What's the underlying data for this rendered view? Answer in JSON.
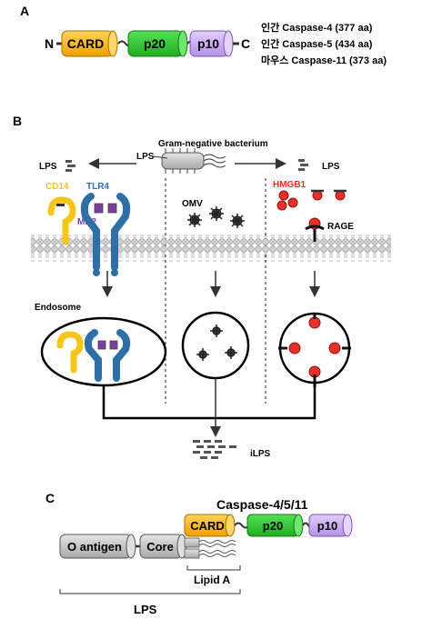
{
  "panel_a": {
    "letter": "A",
    "n_term": "N",
    "c_term": "C",
    "domains": [
      "CARD",
      "p20",
      "p10"
    ],
    "proteins": [
      "인간 Caspase-4 (377 aa)",
      "인간 Caspase-5 (434 aa)",
      "마우스 Caspase-11 (373 aa)"
    ],
    "colors": {
      "card": "#f5b21b",
      "p20": "#33c233",
      "p10": "#c9a6f0"
    }
  },
  "panel_b": {
    "letter": "B",
    "bacterium": "Gram-negative bacterium",
    "lps_left": "LPS",
    "lps_bact": "LPS",
    "lps_right": "LPS",
    "cd14": "CD14",
    "tlr4": "TLR4",
    "md2": "MD2",
    "omv": "OMV",
    "hmgb1": "HMGB1",
    "rage": "RAGE",
    "endosome": "Endosome",
    "ilps": "iLPS",
    "colors": {
      "cd14": "#f5c518",
      "tlr4": "#2f6fa7",
      "md2": "#7b3fa0",
      "hmgb1": "#e8302a"
    }
  },
  "panel_c": {
    "letter": "C",
    "title": "Caspase-4/5/11",
    "o_antigen": "O antigen",
    "core": "Core",
    "card": "CARD",
    "p20": "p20",
    "p10": "p10",
    "lipid_a": "Lipid A",
    "lps": "LPS"
  }
}
